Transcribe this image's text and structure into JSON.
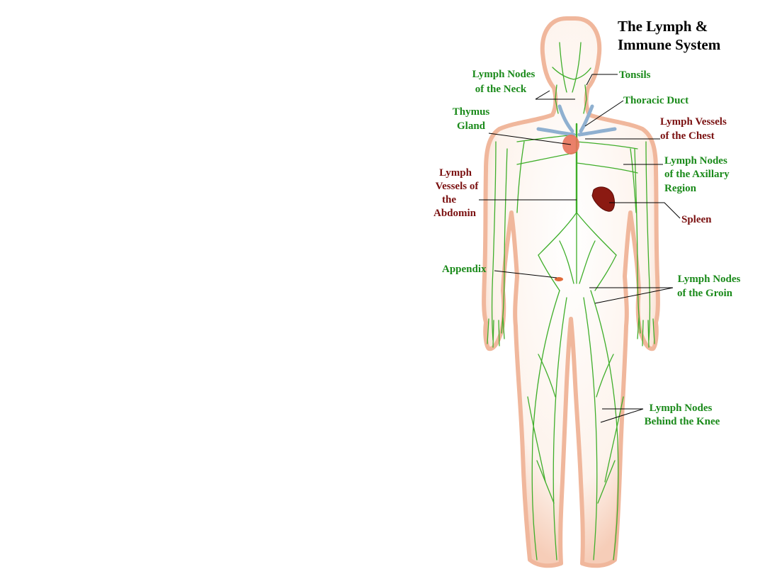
{
  "title": {
    "line1": "The Lymph &",
    "line2": "Immune System"
  },
  "colors": {
    "green_label": "#1a8a1a",
    "maroon_label": "#7a1010",
    "lymph_vessel": "#3fae2a",
    "skin_outline": "#f2b8a0",
    "skin_fill": "#fbe9df",
    "spleen": "#8b1a12",
    "thymus": "#e8735a",
    "venous_blue": "#8fb0d0"
  },
  "labels": {
    "neck": [
      "Lymph Nodes",
      "of the Neck"
    ],
    "tonsils": [
      "Tonsils"
    ],
    "thoracic": [
      "Thoracic Duct"
    ],
    "thymus": [
      "Thymus",
      "Gland"
    ],
    "chest": [
      "Lymph Vessels",
      "of the Chest"
    ],
    "axillary": [
      "Lymph Nodes",
      "of the Axillary",
      "Region"
    ],
    "abdomen": [
      "Lymph",
      "Vessels of",
      "the",
      "Abdomin"
    ],
    "spleen": [
      "Spleen"
    ],
    "appendix": [
      "Appendix"
    ],
    "groin": [
      "Lymph Nodes",
      "of the Groin"
    ],
    "knee": [
      "Lymph Nodes",
      "Behind the Knee"
    ]
  }
}
